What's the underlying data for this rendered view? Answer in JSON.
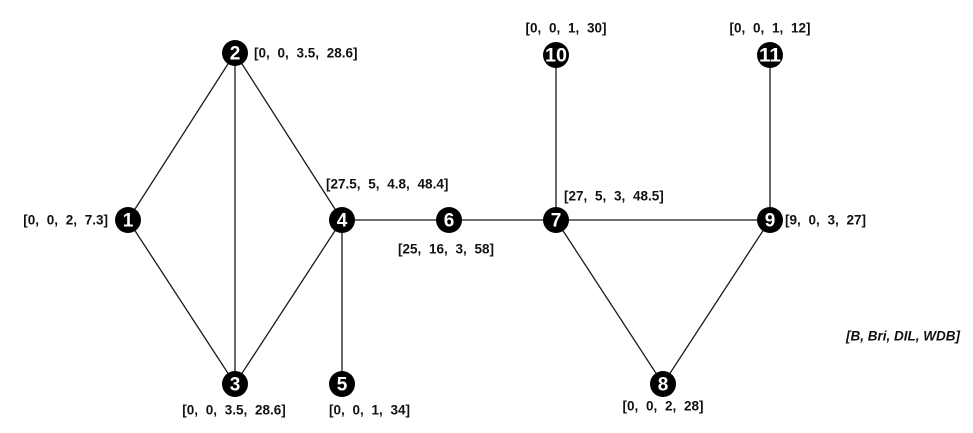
{
  "legend": "[B, Bri, DIL, WDB]",
  "nodes": [
    {
      "id": "1",
      "values": "[0, 0, 2, 7.3]"
    },
    {
      "id": "2",
      "values": "[0, 0, 3.5, 28.6]"
    },
    {
      "id": "3",
      "values": "[0, 0, 3.5, 28.6]"
    },
    {
      "id": "4",
      "values": "[27.5, 5, 4.8, 48.4]"
    },
    {
      "id": "5",
      "values": "[0, 0, 1, 34]"
    },
    {
      "id": "6",
      "values": "[25, 16, 3, 58]"
    },
    {
      "id": "7",
      "values": "[27, 5, 3, 48.5]"
    },
    {
      "id": "8",
      "values": "[0, 0, 2, 28]"
    },
    {
      "id": "9",
      "values": "[9, 0, 3, 27]"
    },
    {
      "id": "10",
      "values": "[0, 0, 1, 30]"
    },
    {
      "id": "11",
      "values": "[0, 0, 1, 12]"
    }
  ],
  "edges": [
    [
      "1",
      "2"
    ],
    [
      "1",
      "3"
    ],
    [
      "2",
      "3"
    ],
    [
      "2",
      "4"
    ],
    [
      "3",
      "4"
    ],
    [
      "4",
      "5"
    ],
    [
      "4",
      "6"
    ],
    [
      "6",
      "7"
    ],
    [
      "7",
      "10"
    ],
    [
      "7",
      "9"
    ],
    [
      "7",
      "8"
    ],
    [
      "8",
      "9"
    ],
    [
      "9",
      "11"
    ]
  ]
}
